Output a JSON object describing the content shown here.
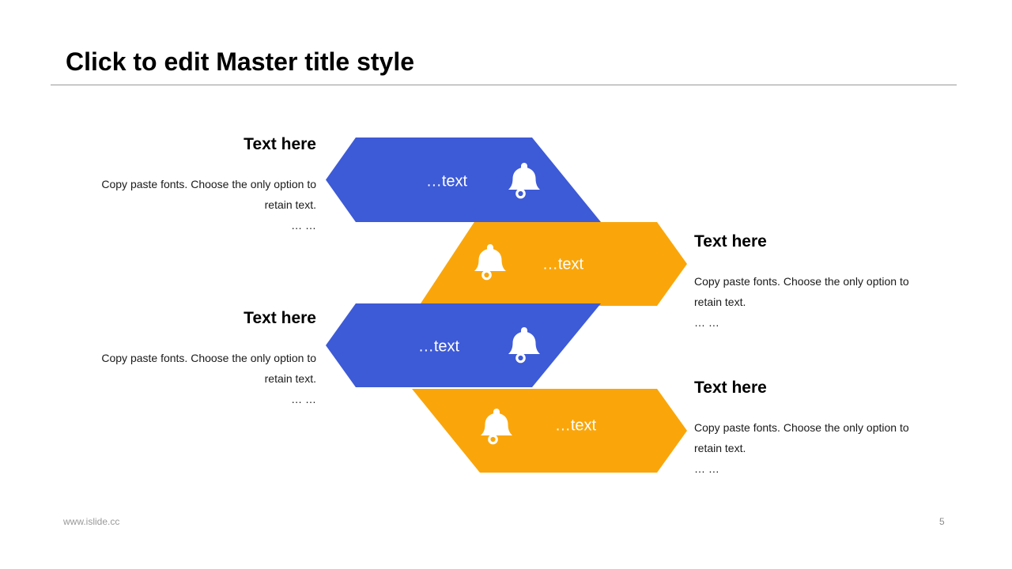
{
  "title": "Click to edit Master title style",
  "footer": {
    "website": "www.islide.cc",
    "page_number": "5"
  },
  "colors": {
    "blue": "#3D5AD7",
    "orange": "#FAA60A",
    "label_text": "#FFFFFF",
    "title_text": "#000000",
    "body_text": "#1A1A1A",
    "footer_text": "#999999",
    "divider": "#999999",
    "icon": "#FFFFFF"
  },
  "arrows": [
    {
      "label": "…text",
      "color": "blue",
      "direction": "left",
      "icon": "bell-icon"
    },
    {
      "label": "…text",
      "color": "orange",
      "direction": "right",
      "icon": "bell-icon"
    },
    {
      "label": "…text",
      "color": "blue",
      "direction": "left",
      "icon": "bell-icon"
    },
    {
      "label": "…text",
      "color": "orange",
      "direction": "right",
      "icon": "bell-icon"
    }
  ],
  "text_blocks": [
    {
      "heading": "Text here",
      "body": "Copy paste fonts. Choose the only option to retain text.",
      "ellipsis": "… …",
      "side": "left"
    },
    {
      "heading": "Text here",
      "body": "Copy paste fonts. Choose the only option to retain text.",
      "ellipsis": "… …",
      "side": "right"
    },
    {
      "heading": "Text here",
      "body": "Copy paste fonts. Choose the only option to retain text.",
      "ellipsis": "… …",
      "side": "left"
    },
    {
      "heading": "Text here",
      "body": "Copy paste fonts. Choose the only option to retain text.",
      "ellipsis": "… …",
      "side": "right"
    }
  ]
}
